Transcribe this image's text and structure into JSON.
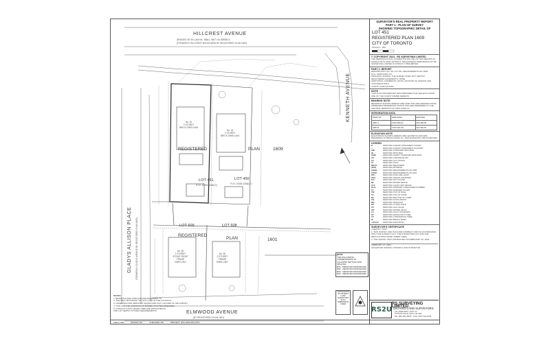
{
  "streets": {
    "top": "HILLCREST   AVENUE",
    "top_note": "(RANGED BY BY-LAW No. 18641, INST. No. 8893517)",
    "top_note2": "(FORMERLY HILLCREST BOULEVARD BY REGISTERED PLAN 1609)",
    "bottom": "ELMWOOD   AVENUE",
    "bottom_note": "(BY REGISTERED PLAN 1601)",
    "left": "GLADYS  ALLISON  PLACE",
    "left_note": "(FORMERLY GLADYS AVENUE BY REGISTERED PLAN 1609)",
    "right": "KENNETH  AVENUE"
  },
  "labels": {
    "registered": "REGISTERED",
    "plan": "PLAN",
    "plan_no": "1609",
    "registered2": "REGISTERED",
    "plan2": "PLAN",
    "plan_no2": "1601",
    "lot451": "LOT 451",
    "lot451_pin": "P.I.N. 10063-0345(LT)",
    "lot450": "LOT 450",
    "lot450_pin": "P.I.N. 10063-0346(LT)",
    "lot609": "LOT 609",
    "lot608": "LOT 608",
    "house451": "No. 51\n2 STOREY\nBRICK DWELLING",
    "house450": "No. 49\n2 STOREY\nBRICK DWELLING",
    "house609": "No. 38\n2 STOREY\nSTONE FRONT\nFRAME\nDWELLING",
    "house608": "No. 36\n2 STOREY\nFRAME\nDWELLING"
  },
  "left_notes": {
    "title": "NOTES:",
    "lines": [
      "1. BEARINGS ARE GRID AND ARE REFERRED TO...",
      "2. THE WELL BOUNDARY DO NOT LAND IN THE LOCATION...",
      "3. UNDERGROUND SERVICES SHOWN ARE NOT LOCATED IN THE SURVEY.",
      "4. THIS AND THE LOCATION OF BURIED UTILITIES REQUIRED...",
      "5. CONTACTS AND GRADE TREE ARE APPROXIMATE...",
      "    FOR LOT SEPTIC SYSTEM REQUIREMENTS"
    ]
  },
  "inset": {
    "title": "NOTE:",
    "lines": [
      "THE FOLLOWING CORRESPONDS TO",
      "COLUMNS SETTING AND SPACING",
      "BS1 - DENOTES ROOF/EAVES",
      "BS2 - DENOTES ROOF/EAVES",
      "BS3 - DENOTES ROOF/EAVES",
      "BS4 - DENOTES ROOF/EAVES"
    ]
  },
  "association": "ASSOCIATION OF ONTARIO LAND SURVEYORS PLAN SUBMISSION FORM",
  "company": {
    "logo": "RS2U",
    "name": "RS SURVEYING LIMITED.",
    "sub": "ONTARIO LAND SURVEYORS",
    "addr1": "211 PARKWAY, UNIT 14",
    "addr2": "STOUFFVILLE (ON) L4A 3E2",
    "addr3": "PH: 905-554-5025 - FAX: 905-739-2345"
  },
  "bottom_bar": [
    "FIELD:  MM",
    "DRAWN:  RS",
    "CHECKED:  RS",
    "PROJECT:  RS1-2024-004-0470"
  ],
  "panel": {
    "title1": "SURVEYOR'S REAL PROPERTY REPORT",
    "title2": "PART 1 : PLAN OF SURVEY",
    "title3": "SHOWING TOPOGRAPHIC DETAIL OF",
    "lot": "LOT 451",
    "plan": "REGISTERED PLAN 1609",
    "city": "CITY OF TORONTO",
    "scale": "SCALE 1 : 200",
    "copyright": "© COPYRIGHT 2024 - RS SURVEYING LIMITED",
    "copy_text": "THE REPRODUCTION, ALTERATION OR USE OF THIS REPORT IN WHOLE OR IN PART WITHOUT THE EXPRESS PERMISSION OF RS SURVEYING LIMITED IS STRICTLY PROHIBITED.",
    "part2_head": "PART 2: REPORT",
    "part2_lines": [
      "DESCRIPTION:  ALL OF LOT 451, REGISTERED PLAN 1609",
      "               P.I.N. 10063-0345 (LT)",
      "PRINCIPAL ZONING:  THE SURVEY DOES NOT CERTIFY",
      "REGISTERED EASEMENTS:   NONE",
      "ADDITIONAL COMMENTS:  NOTE LOCATION OF FENCES AND",
      "                      CONCRETE WALK",
      "CLIENT:  ALMA SALDAN"
    ],
    "note_head": "NOTE",
    "note_text": "THIS PLAN AND REPORT WAS PREPARED FOR THE EXCLUSIVE USE OF THE CLIENT NAMED HEREON.",
    "bearing_head": "BEARING NOTE",
    "bearing_text": "BEARINGS SHOWN HEREON ARE GRID AND ARE DERIVED FROM OBSERVED REFERENCE POINTS AND ARE REFERRED TO THE CENTRAL MERIDIAN OF MTM ZONE 10.",
    "table_head": "INTEGRATION DATA",
    "table_cols": [
      "POINT ID",
      "NORTHING",
      "EASTING"
    ],
    "table_rows": [
      [
        "ORP A",
        "4 837 660.21",
        "313 408.48"
      ],
      [
        "ORP B",
        "4 837 631.48",
        "313 394.57"
      ]
    ],
    "elevation_head": "ELEVATION NOTE",
    "elevation_text": "ELEVATIONS SHOWN HEREON ARE GEODETIC AND ARE REFERRED TO BENCH MARK No. 0001 ELEVATION 158.24 METRES.",
    "legend_head": "LEGEND",
    "legend": [
      [
        "■",
        "DENOTES SURVEY MONUMENT FOUND"
      ],
      [
        "□",
        "DENOTES SURVEY MONUMENT PLANTED"
      ],
      [
        "SIB",
        "DENOTES STANDARD IRON BAR"
      ],
      [
        "IB",
        "DENOTES IRON BAR"
      ],
      [
        "SSIB",
        "DENOTES SHORT STANDARD IRON BAR"
      ],
      [
        "CP",
        "DENOTES CONCRETE PIN"
      ],
      [
        "CC",
        "DENOTES CUT CROSS"
      ],
      [
        "PL",
        "DENOTES PLAN"
      ],
      [
        "MEAS",
        "DENOTES MEASURED"
      ],
      [
        "(WIT)",
        "DENOTES WITNESS"
      ],
      [
        "(1609)",
        "DENOTES REGISTERED PLAN 1609"
      ],
      [
        "(1601)",
        "DENOTES REGISTERED PLAN 1601"
      ],
      [
        "(P1)",
        "DENOTES PLAN 66R-12345"
      ],
      [
        "(OU)",
        "DENOTES ORIGIN UNKNOWN"
      ],
      [
        "N.F.",
        "DENOTES NOT FOUND"
      ],
      [
        "BF",
        "DENOTES BOARD FENCE"
      ],
      [
        "CLF",
        "DENOTES CHAIN LINK FENCE"
      ],
      [
        "P.I.N.",
        "DENOTES PROPERTY IDENTIFIER NUMBER"
      ],
      [
        "FF",
        "DENOTES FINISHED FLOOR"
      ],
      [
        "TW",
        "DENOTES TOP OF WALL"
      ],
      [
        "TC",
        "DENOTES TOP OF CURB"
      ],
      [
        "BC",
        "DENOTES BOTTOM OF CURB"
      ],
      [
        "CB",
        "DENOTES CATCH BASIN"
      ],
      [
        "MH",
        "DENOTES MANHOLE"
      ],
      [
        "HP",
        "DENOTES HYDRO POLE"
      ],
      [
        "GV",
        "DENOTES GAS VALVE"
      ],
      [
        "WV",
        "DENOTES WATER VALVE"
      ],
      [
        "LS",
        "DENOTES LIGHT STANDARD"
      ],
      [
        "DT",
        "DENOTES DECIDUOUS TREE"
      ],
      [
        "CT",
        "DENOTES CONIFEROUS TREE"
      ],
      [
        "⊕",
        "DENOTES BENCH MARK"
      ],
      [
        "+100.00",
        "DENOTES ELEVATION"
      ]
    ],
    "cert_head": "SURVEYOR'S CERTIFICATE",
    "cert_lines": [
      "I CERTIFY THAT:",
      "1. THIS SURVEY AND PLAN ARE CORRECT AND IN ACCORDANCE WITH THE SURVEYS ACT, THE SURVEYORS ACT AND THE REGULATIONS MADE UNDER THEM.",
      "2. THE SURVEY WAS COMPLETED ON FEBRUARY 22, 2024."
    ],
    "date_line": "FEBRUARY 27, 2024",
    "signer": "SHAHRIVAR SAMADI, ONTARIO LAND SURVEYOR"
  }
}
